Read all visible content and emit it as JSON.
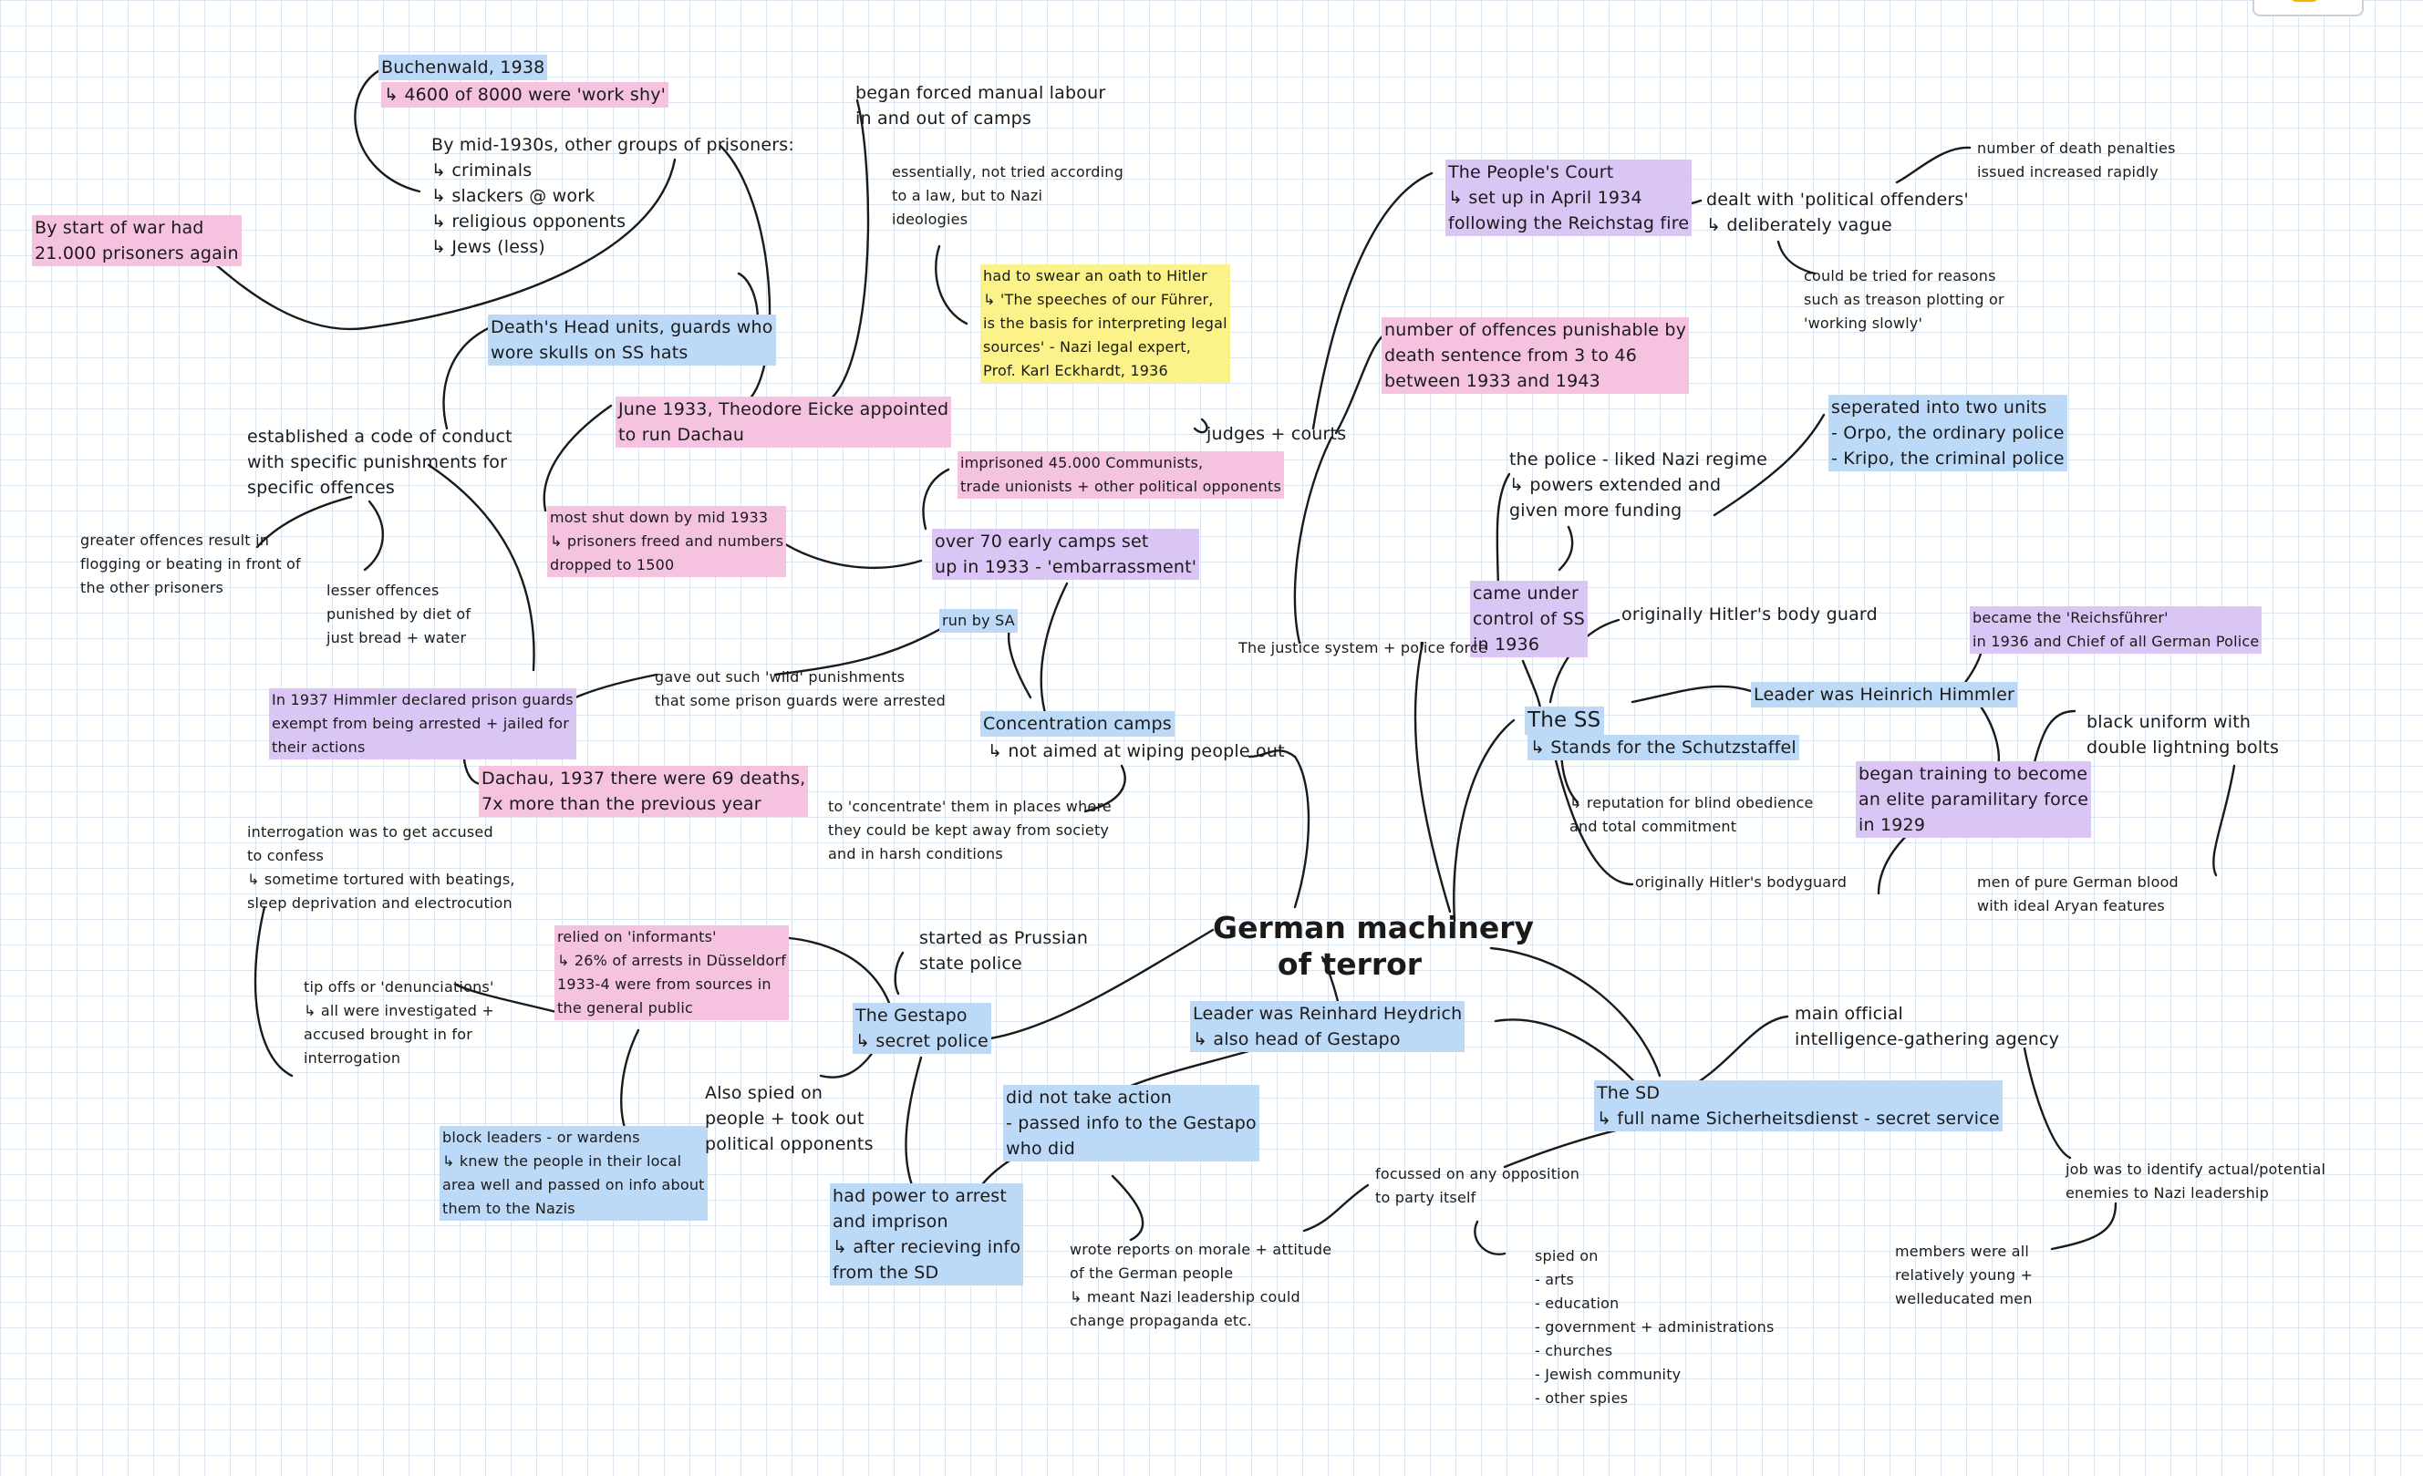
{
  "title": [
    "German machinery",
    "of terror"
  ],
  "nodes": {
    "buchenwald": {
      "lines": [
        "Buchenwald, 1938"
      ],
      "hl": [
        0
      ]
    },
    "buchenwald_sub": {
      "lines": [
        "↳ 4600 of 8000 were 'work shy'"
      ],
      "hl": [
        0
      ]
    },
    "other_groups": {
      "lines": [
        "By mid-1930s, other groups of prisoners:",
        "↳ criminals",
        "↳ slackers @ work",
        "↳ religious opponents",
        "↳ Jews (less)"
      ]
    },
    "start_of_war": {
      "lines": [
        "By start of war had",
        "21.000 prisoners again"
      ],
      "hl": [
        0,
        1
      ]
    },
    "forced_labour": {
      "lines": [
        "began forced manual labour",
        "in and out of camps"
      ]
    },
    "not_tried": {
      "lines": [
        "essentially, not tried according",
        "to a law, but to Nazi",
        "ideologies"
      ]
    },
    "oath": {
      "lines": [
        "had to swear an oath to Hitler",
        "↳ 'The speeches of our Führer,",
        "is the basis for interpreting legal",
        "sources' - Nazi legal expert,",
        "Prof. Karl Eckhardt, 1936"
      ],
      "hl": [
        1,
        2,
        3,
        4
      ]
    },
    "peoples_court": {
      "lines": [
        "The People's Court",
        "↳ set up in April 1934",
        "following the Reichstag fire"
      ],
      "hl": [
        0,
        1,
        2
      ]
    },
    "political_offenders": {
      "lines": [
        "dealt with 'political offenders'",
        "↳ deliberately vague"
      ]
    },
    "death_penalties": {
      "lines": [
        "number of death penalties",
        "issued increased rapidly"
      ]
    },
    "treason": {
      "lines": [
        "could be tried for reasons",
        "such as treason plotting or",
        "'working slowly'"
      ]
    },
    "offences": {
      "lines": [
        "number of offences punishable by",
        "death sentence from 3 to 46",
        "between 1933 and 1943"
      ],
      "hl": [
        0,
        1,
        2
      ]
    },
    "death_head": {
      "lines": [
        "Death's Head units, guards who",
        "wore skulls on SS hats"
      ],
      "hl": [
        0
      ]
    },
    "eicke": {
      "lines": [
        "June 1933, Theodore Eicke appointed",
        "to run Dachau"
      ],
      "hl": [
        0,
        1
      ]
    },
    "code_of_conduct": {
      "lines": [
        "established a code of conduct",
        "with specific punishments for",
        "specific offences"
      ]
    },
    "greater_offences": {
      "lines": [
        "greater offences result in",
        "flogging or beating in front of",
        "the other prisoners"
      ]
    },
    "lesser_offences": {
      "lines": [
        "lesser offences",
        "punished by diet of",
        "just bread + water"
      ]
    },
    "shut_down": {
      "lines": [
        "most shut down by mid 1933",
        "↳ prisoners freed and numbers",
        "dropped to 1500"
      ],
      "hl": [
        0,
        1,
        2
      ]
    },
    "imprisoned": {
      "lines": [
        "imprisoned 45.000 Communists,",
        "trade unionists + other political opponents"
      ],
      "hl": [
        0,
        1
      ]
    },
    "early_camps": {
      "lines": [
        "over 70 early camps set",
        "up in 1933 - 'embarrassment'"
      ],
      "hl": [
        0,
        1
      ]
    },
    "run_by_sa": {
      "lines": [
        "run by SA"
      ],
      "hl": [
        0
      ]
    },
    "judges": {
      "lines": [
        "judges + courts"
      ]
    },
    "police_liked": {
      "lines": [
        "the police - liked Nazi regime",
        "↳ powers extended and",
        "given more funding"
      ]
    },
    "separated": {
      "lines": [
        "seperated into two units",
        "- Orpo, the ordinary police",
        "- Kripo, the criminal police"
      ],
      "hl": [
        1,
        2
      ]
    },
    "came_under": {
      "lines": [
        "came under",
        "control of SS",
        "in 1936"
      ],
      "hl": [
        0,
        1,
        2
      ]
    },
    "hitler_bg_top": {
      "lines": [
        "originally Hitler's body guard"
      ]
    },
    "reichsfuhrer": {
      "lines": [
        "became the 'Reichsführer'",
        "in 1936 and Chief of all German Police"
      ],
      "hl": [
        0,
        1
      ]
    },
    "justice_system": {
      "lines": [
        "The justice system + police force"
      ]
    },
    "himmler_1937": {
      "lines": [
        "In 1937 Himmler declared prison guards",
        "exempt from being arrested + jailed for",
        "their actions"
      ],
      "hl": [
        0,
        1
      ]
    },
    "wild_punishments": {
      "lines": [
        "gave out such 'wild' punishments",
        "that some prison guards were arrested"
      ]
    },
    "dachau_1937": {
      "lines": [
        "Dachau, 1937 there were 69 deaths,",
        "7x more than the previous year"
      ],
      "hl": [
        0,
        1
      ]
    },
    "concentration": {
      "lines": [
        "Concentration camps"
      ],
      "hl": [
        0
      ]
    },
    "concentration_sub": {
      "lines": [
        "↳ not aimed at wiping people out"
      ]
    },
    "the_ss": {
      "lines": [
        "The SS"
      ],
      "hl": [
        0
      ]
    },
    "ss_sub": {
      "lines": [
        "↳ Stands for the Schutzstaffel"
      ],
      "hl": [
        0
      ]
    },
    "leader_himmler": {
      "lines": [
        "Leader was Heinrich Himmler"
      ],
      "hl": [
        0
      ]
    },
    "black_uniform": {
      "lines": [
        "black uniform with",
        "double lightning bolts"
      ]
    },
    "elite": {
      "lines": [
        "began training to become",
        "an elite paramilitary force",
        "in 1929"
      ],
      "hl": [
        0,
        1,
        2
      ]
    },
    "reputation": {
      "lines": [
        "↳ reputation for blind obedience",
        "and total commitment"
      ]
    },
    "hitler_bg_low": {
      "lines": [
        "originally Hitler's bodyguard"
      ]
    },
    "pure_blood": {
      "lines": [
        "men of pure German blood",
        "with ideal Aryan features"
      ]
    },
    "concentrate": {
      "lines": [
        "to 'concentrate' them in places where",
        "they could be kept away from society",
        "and in harsh conditions"
      ]
    },
    "interrogation": {
      "lines": [
        "interrogation was to get accused",
        "to confess",
        "↳ sometime tortured with beatings,",
        "sleep deprivation and electrocution"
      ]
    },
    "informants": {
      "lines": [
        "relied on 'informants'",
        "↳ 26% of arrests in Düsseldorf",
        "1933-4 were from sources in",
        "the general public"
      ],
      "hl": [
        1,
        2,
        3
      ]
    },
    "tip_offs": {
      "lines": [
        "tip offs or 'denunciations'",
        "↳ all were investigated +",
        "accused brought in for",
        "interrogation"
      ]
    },
    "prussian": {
      "lines": [
        "started as Prussian",
        "state police"
      ]
    },
    "gestapo": {
      "lines": [
        "The Gestapo",
        "↳ secret police"
      ],
      "hl": [
        0
      ]
    },
    "heydrich": {
      "lines": [
        "Leader was Reinhard Heydrich",
        "↳ also head of Gestapo"
      ],
      "hl": [
        0,
        1
      ]
    },
    "main_agency": {
      "lines": [
        "main official",
        "intelligence-gathering agency"
      ]
    },
    "the_sd": {
      "lines": [
        "The SD",
        "↳ full name Sicherheitsdienst - secret service"
      ],
      "hl": [
        0,
        1
      ]
    },
    "block_leaders": {
      "lines": [
        "block leaders - or wardens",
        "↳ knew the people in their local",
        "area well and passed on info about",
        "them to the Nazis"
      ],
      "hl": [
        0
      ]
    },
    "spied": {
      "lines": [
        "Also spied on",
        "people + took out",
        "political opponents"
      ]
    },
    "no_action": {
      "lines": [
        "did not take action",
        "- passed info to the Gestapo",
        "who did"
      ],
      "hl": [
        1
      ]
    },
    "arrest_power": {
      "lines": [
        "had power to arrest",
        "and imprison",
        "↳ after recieving info",
        "from the SD"
      ],
      "hl": [
        3
      ]
    },
    "wrote_reports": {
      "lines": [
        "wrote reports on morale + attitude",
        "of the German people",
        "↳ meant Nazi leadership could",
        "change propaganda etc."
      ]
    },
    "focussed": {
      "lines": [
        "focussed on any opposition",
        "to party itself"
      ]
    },
    "spied_on": {
      "lines": [
        "spied on",
        "- arts",
        "- education",
        "- government + administrations",
        "- churches",
        "- Jewish community",
        "- other spies"
      ]
    },
    "job": {
      "lines": [
        "job was to identify actual/potential",
        "enemies to Nazi leadership"
      ]
    },
    "members": {
      "lines": [
        "members were all",
        "relatively young +",
        "welleducated men"
      ]
    }
  }
}
